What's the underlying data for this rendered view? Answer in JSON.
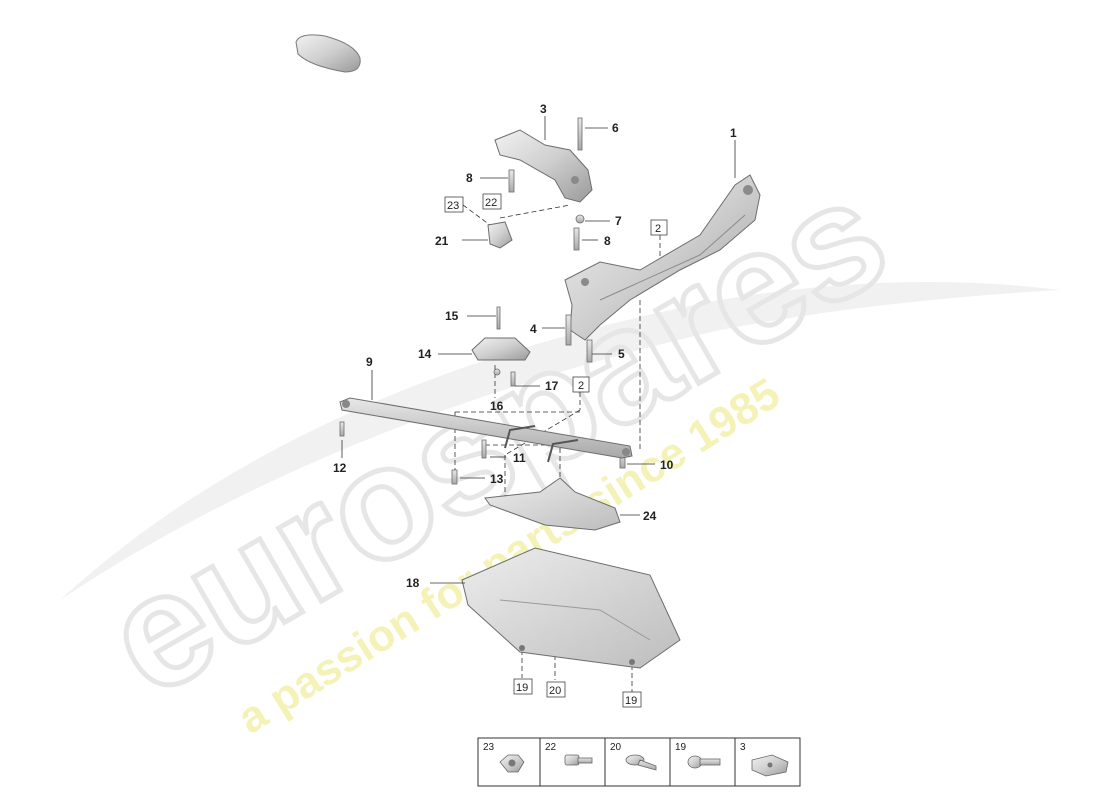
{
  "watermark": {
    "brand": "eurospares",
    "tagline": "a passion for parts since 1985"
  },
  "callouts": {
    "c1": "1",
    "c2a": "2",
    "c2b": "2",
    "c3": "3",
    "c4": "4",
    "c5": "5",
    "c6": "6",
    "c7": "7",
    "c8a": "8",
    "c8b": "8",
    "c9": "9",
    "c10": "10",
    "c11": "11",
    "c12": "12",
    "c13": "13",
    "c14": "14",
    "c15": "15",
    "c16": "16",
    "c17": "17",
    "c18": "18",
    "c19a": "19",
    "c19b": "19",
    "c20": "20",
    "c21": "21",
    "c22": "22",
    "c23": "23",
    "c24": "24"
  },
  "legend": [
    {
      "number": "23",
      "part_icon": "nut-icon"
    },
    {
      "number": "22",
      "part_icon": "bolt-icon"
    },
    {
      "number": "20",
      "part_icon": "push-rivet-icon"
    },
    {
      "number": "19",
      "part_icon": "flange-bolt-icon"
    },
    {
      "number": "3",
      "part_icon": "clip-nut-icon"
    }
  ]
}
